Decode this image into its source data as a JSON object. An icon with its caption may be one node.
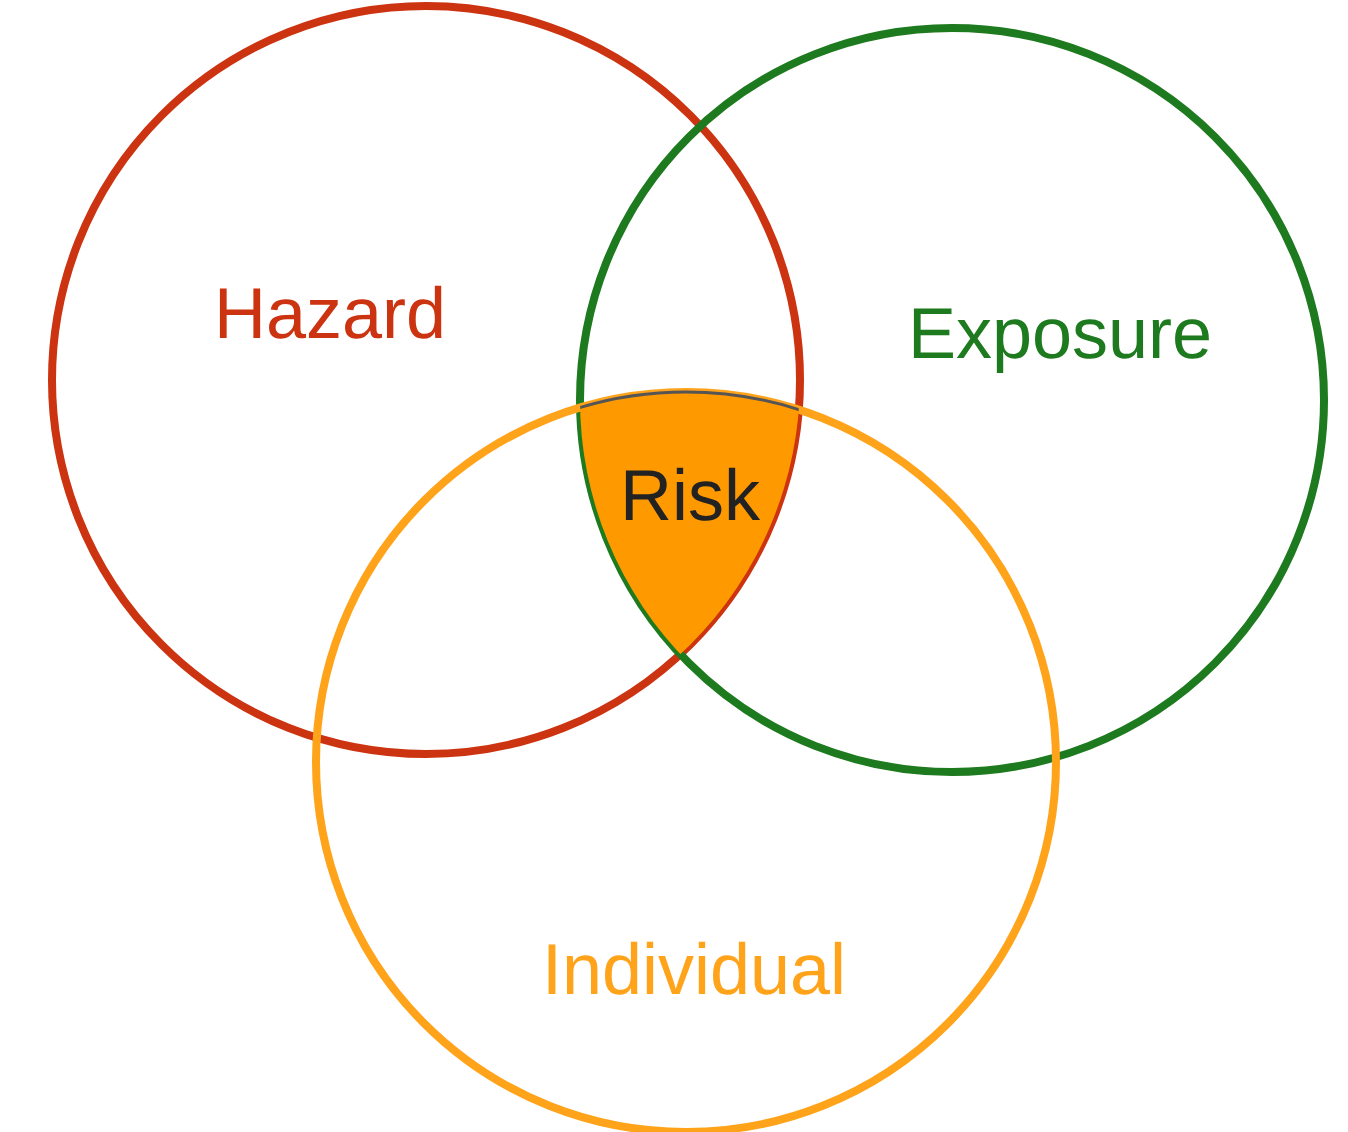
{
  "diagram": {
    "nodes": [
      {
        "text": [
          "Hazard"
        ]
      },
      {
        "text": [
          "Exposure"
        ]
      },
      {
        "text": [
          "Individual"
        ]
      },
      {
        "text": [
          "Risk"
        ]
      }
    ]
  }
}
